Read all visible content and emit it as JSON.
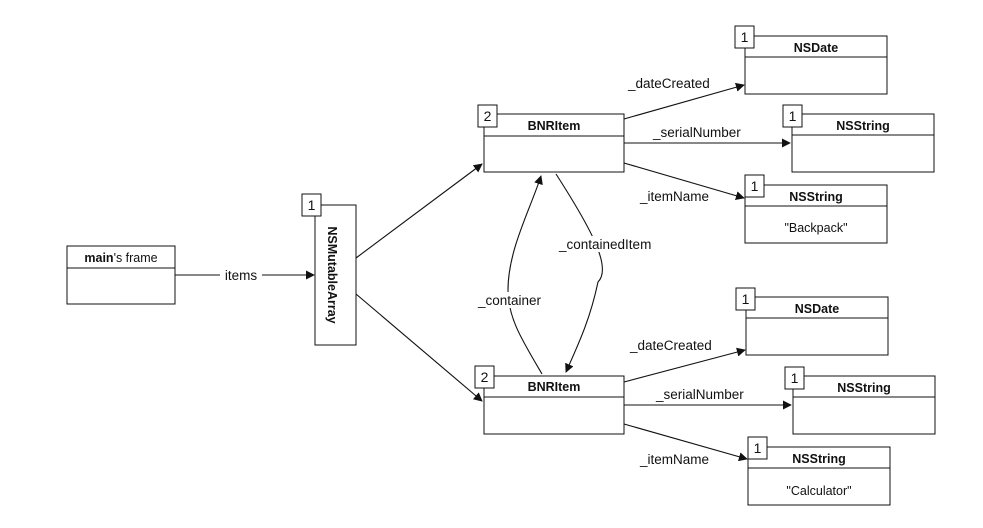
{
  "frame": {
    "title_bold": "main",
    "title_rest": "'s frame"
  },
  "array": {
    "title": "NSMutableArray",
    "count": "1"
  },
  "item_top": {
    "title": "BNRItem",
    "count": "2",
    "date": {
      "title": "NSDate",
      "count": "1"
    },
    "serial": {
      "title": "NSString",
      "count": "1"
    },
    "name": {
      "title": "NSString",
      "count": "1",
      "value": "\"Backpack\""
    }
  },
  "item_bottom": {
    "title": "BNRItem",
    "count": "2",
    "date": {
      "title": "NSDate",
      "count": "1"
    },
    "serial": {
      "title": "NSString",
      "count": "1"
    },
    "name": {
      "title": "NSString",
      "count": "1",
      "value": "\"Calculator\""
    }
  },
  "labels": {
    "items": "items",
    "date_created": "_dateCreated",
    "serial_number": "_serialNumber",
    "item_name": "_itemName",
    "contained_item": "_containedItem",
    "container": "_container"
  }
}
